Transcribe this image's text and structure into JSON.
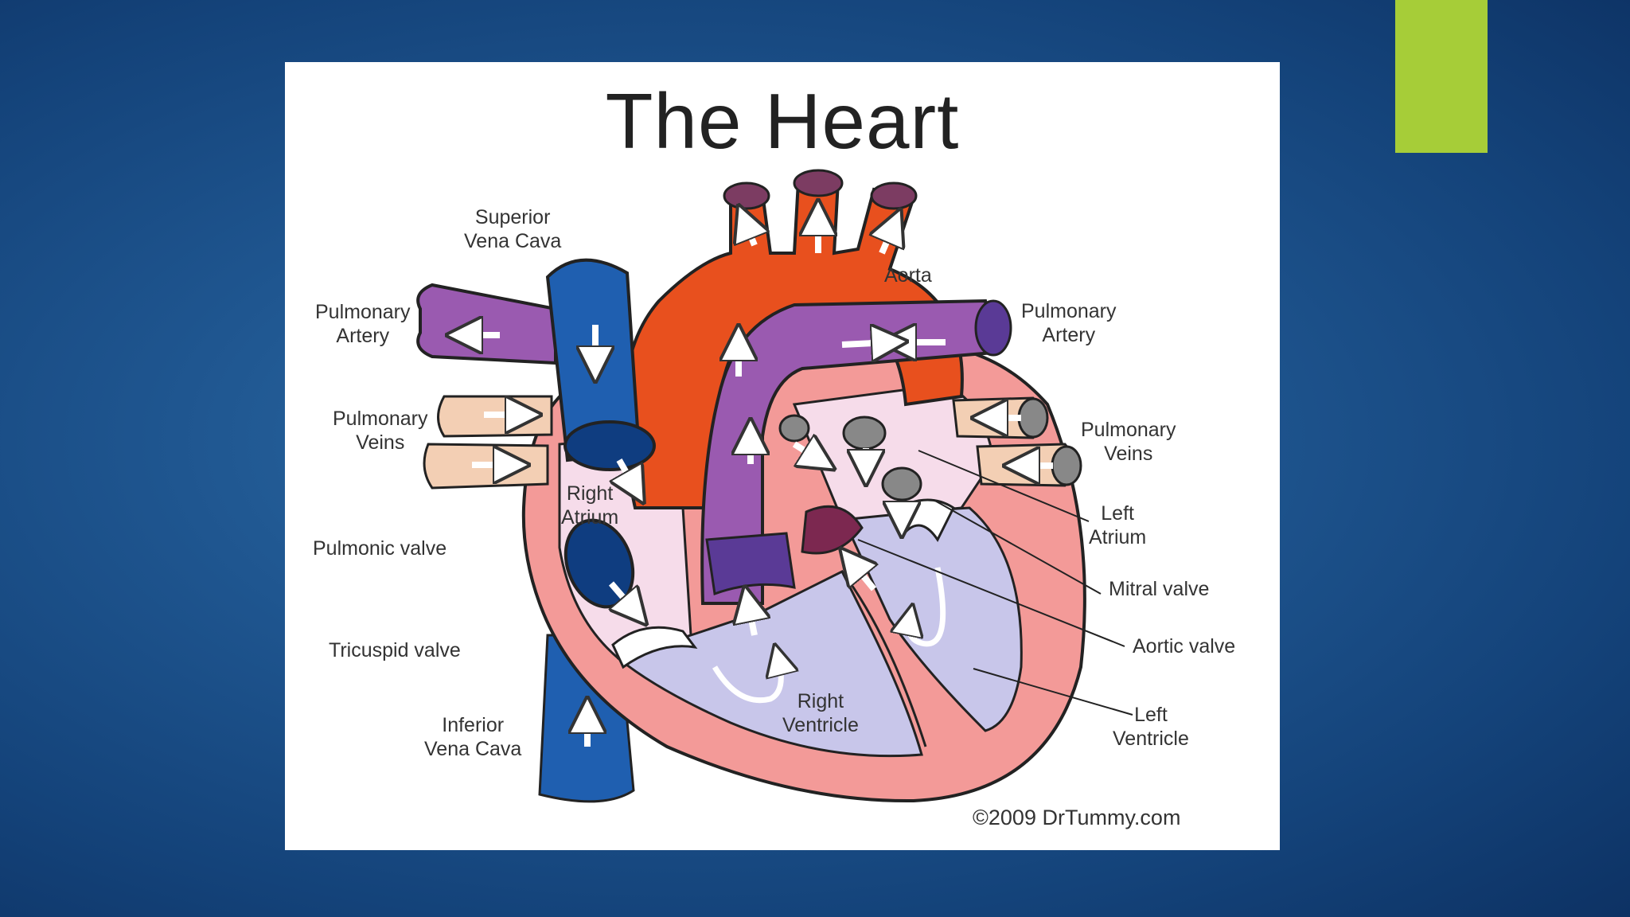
{
  "slide": {
    "accent_color": "#a6cd38",
    "background_color": "#1f5690"
  },
  "diagram": {
    "title": "The Heart",
    "credit": "©2009 DrTummy.com",
    "labels": {
      "superior_vena_cava": [
        "Superior",
        "Vena Cava"
      ],
      "aorta": "Aorta",
      "pulmonary_artery_left": [
        "Pulmonary",
        "Artery"
      ],
      "pulmonary_artery_right": [
        "Pulmonary",
        "Artery"
      ],
      "pulmonary_veins_left": [
        "Pulmonary",
        "Veins"
      ],
      "pulmonary_veins_right": [
        "Pulmonary",
        "Veins"
      ],
      "right_atrium": [
        "Right",
        "Atrium"
      ],
      "left_atrium": [
        "Left",
        "Atrium"
      ],
      "pulmonic_valve": "Pulmonic valve",
      "mitral_valve": "Mitral valve",
      "tricuspid_valve": "Tricuspid valve",
      "aortic_valve": "Aortic valve",
      "inferior_vena_cava": [
        "Inferior",
        "Vena Cava"
      ],
      "right_ventricle": [
        "Right",
        "Ventricle"
      ],
      "left_ventricle": [
        "Left",
        "Ventricle"
      ]
    },
    "colors": {
      "vena_cava": "#1f5fb0",
      "aorta": "#e8501e",
      "pulmonary_artery": "#9a5ab0",
      "pulmonary_veins": "#f3cfb4",
      "heart_wall": "#f39a98",
      "right_side_chamber": "#f6dcea",
      "ventricle": "#c8c6ea"
    }
  }
}
